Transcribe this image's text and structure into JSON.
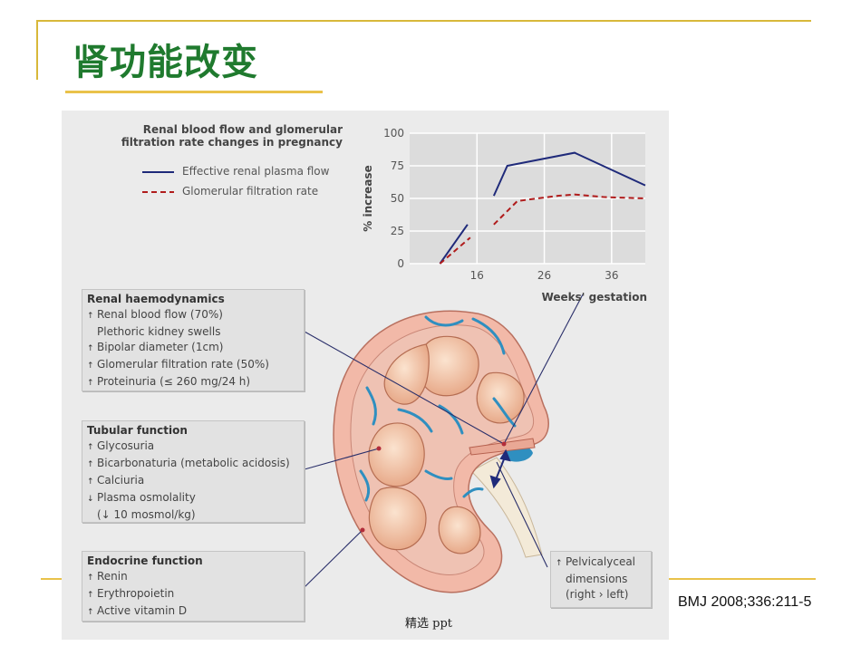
{
  "slide": {
    "title": "肾功能改变",
    "citation": "BMJ 2008;336:211-5",
    "watermark": "精选 ppt",
    "colors": {
      "title": "#1f7a2e",
      "accent_rule": "#e9c24a",
      "frame": "#d8b83a"
    }
  },
  "chart_data": {
    "type": "line",
    "title": "Renal blood flow and glomerular filtration rate changes in pregnancy",
    "title_lines": [
      "Renal blood flow and glomerular",
      "filtration rate changes in pregnancy"
    ],
    "xlabel": "Weeks' gestation",
    "ylabel": "% increase",
    "ylim": [
      0,
      100
    ],
    "yticks": [
      0,
      25,
      50,
      75,
      100
    ],
    "xticks": [
      16,
      26,
      36
    ],
    "xlim": [
      6,
      41
    ],
    "grid": true,
    "legend_placement": "left",
    "series": [
      {
        "name": "Effective renal plasma flow",
        "color": "#1f2a7a",
        "dash": false,
        "segments": [
          [
            [
              10.5,
              0
            ],
            [
              14.6,
              30
            ]
          ],
          [
            [
              18.5,
              52
            ],
            [
              20.5,
              75
            ],
            [
              30.5,
              85
            ],
            [
              41,
              60
            ]
          ]
        ]
      },
      {
        "name": "Glomerular filtration rate",
        "color": "#b01c1c",
        "dash": true,
        "segments": [
          [
            [
              10.5,
              0
            ],
            [
              15,
              20
            ]
          ],
          [
            [
              18.5,
              30
            ],
            [
              22,
              48
            ],
            [
              28,
              52
            ],
            [
              30.5,
              53
            ],
            [
              35,
              51
            ],
            [
              41,
              50
            ]
          ]
        ]
      }
    ]
  },
  "panels": {
    "haemodynamics": {
      "heading": "Renal haemodynamics",
      "items": [
        {
          "arrow": "↑",
          "text": "Renal blood flow (70%)"
        },
        {
          "arrow": "",
          "text": "Plethoric kidney swells"
        },
        {
          "arrow": "↑",
          "text": "Bipolar diameter (1cm)"
        },
        {
          "arrow": "↑",
          "text": "Glomerular filtration rate (50%)"
        },
        {
          "arrow": "↑",
          "text": "Proteinuria (≤ 260 mg/24 h)"
        }
      ]
    },
    "tubular": {
      "heading": "Tubular function",
      "items": [
        {
          "arrow": "↑",
          "text": "Glycosuria"
        },
        {
          "arrow": "↑",
          "text": "Bicarbonaturia (metabolic acidosis)"
        },
        {
          "arrow": "↑",
          "text": "Calciuria"
        },
        {
          "arrow": "↓",
          "text": "Plasma osmolality"
        },
        {
          "arrow": "",
          "text": "(↓ 10 mosmol/kg)"
        }
      ]
    },
    "endocrine": {
      "heading": "Endocrine function",
      "items": [
        {
          "arrow": "↑",
          "text": "Renin"
        },
        {
          "arrow": "↑",
          "text": "Erythropoietin"
        },
        {
          "arrow": "↑",
          "text": "Active vitamin D"
        }
      ]
    },
    "pelvicalyceal": {
      "items": [
        {
          "arrow": "↑",
          "text": "Pelvicalyceal"
        },
        {
          "arrow": "",
          "text": "dimensions"
        },
        {
          "arrow": "",
          "text": "(right › left)"
        }
      ]
    }
  }
}
